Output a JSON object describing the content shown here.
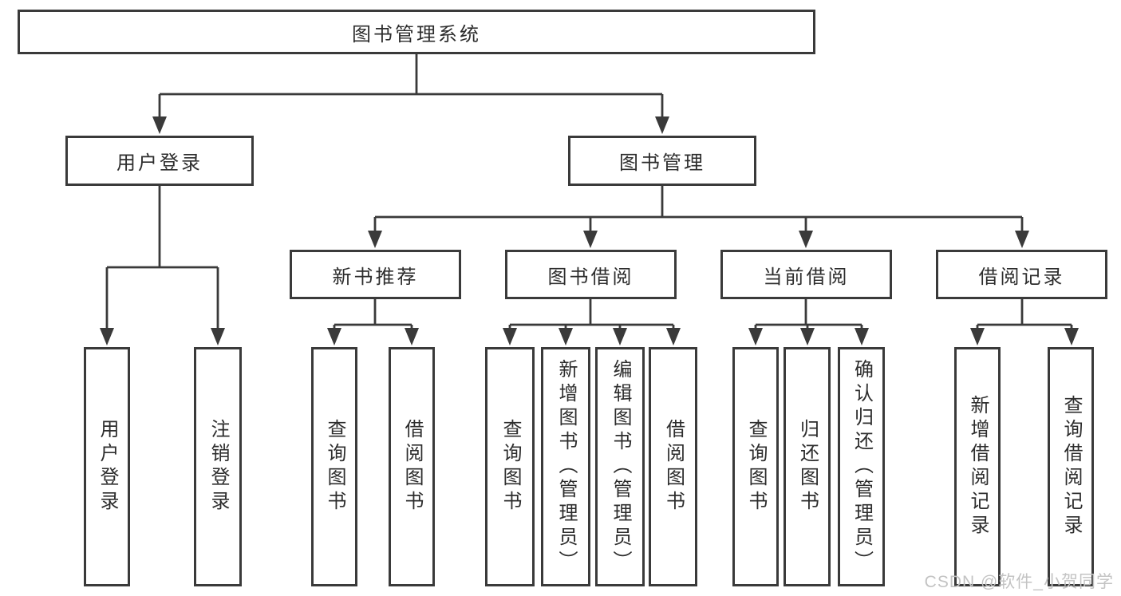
{
  "tree": {
    "root": {
      "label": "图书管理系统"
    },
    "level2": [
      {
        "label": "用户登录"
      },
      {
        "label": "图书管理"
      }
    ],
    "level3": [
      {
        "label": "新书推荐"
      },
      {
        "label": "图书借阅"
      },
      {
        "label": "当前借阅"
      },
      {
        "label": "借阅记录"
      }
    ],
    "leaves": {
      "user": [
        "用户登录",
        "注销登录"
      ],
      "new_books": [
        "查询图书",
        "借阅图书"
      ],
      "borrow": [
        "查询图书",
        "新增图书（管理员）",
        "编辑图书（管理员）",
        "借阅图书"
      ],
      "current": [
        "查询图书",
        "归还图书",
        "确认归还（管理员）"
      ],
      "records": [
        "新增借阅记录",
        "查询借阅记录"
      ]
    }
  },
  "watermark": {
    "text": "CSDN @软件_小贺同学"
  },
  "colors": {
    "line": "#3a3a3a",
    "text": "#2d2d2d",
    "box_bg": "#ffffff",
    "page_bg": "#ffffff",
    "watermark": "#c3c3c3"
  }
}
